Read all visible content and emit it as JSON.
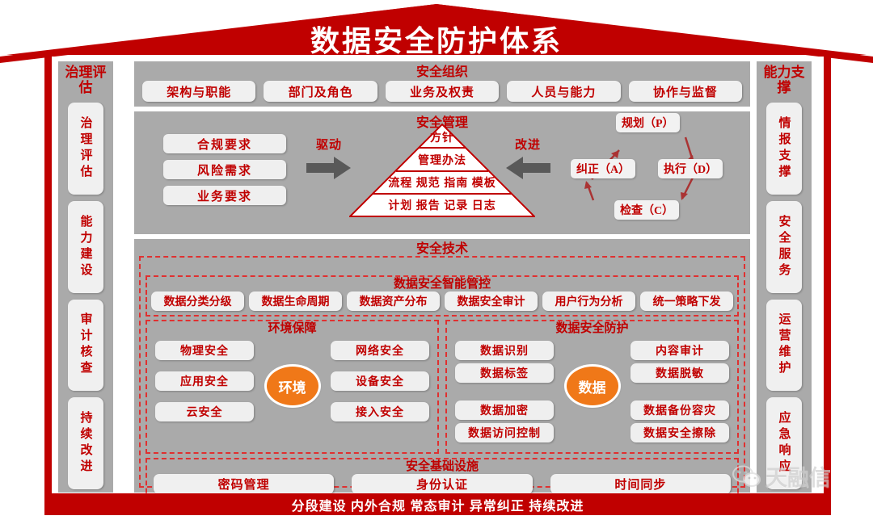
{
  "roof": {
    "title": "数据安全防护体系"
  },
  "footer": {
    "text": "分段建设 内外合规 常态审计 异常纠正 持续改进"
  },
  "colors": {
    "brand_red": "#c00000",
    "panel_gray": "#aaaaaa",
    "chip_gray": "#f0f0f0",
    "accent_orange": "#f07818",
    "dash_red": "#e03030"
  },
  "left_column": {
    "title": "治理评估",
    "items": [
      {
        "label": "治理评估"
      },
      {
        "label": "能力建设"
      },
      {
        "label": "审计核查"
      },
      {
        "label": "持续改进"
      }
    ]
  },
  "right_column": {
    "title": "能力支撑",
    "items": [
      {
        "label": "情报支撑"
      },
      {
        "label": "安全服务"
      },
      {
        "label": "运营维护"
      },
      {
        "label": "应急响应"
      }
    ]
  },
  "organization": {
    "title": "安全组织",
    "items": [
      {
        "label": "架构与职能"
      },
      {
        "label": "部门及角色"
      },
      {
        "label": "业务及权责"
      },
      {
        "label": "人员与能力"
      },
      {
        "label": "协作与监督"
      }
    ]
  },
  "management": {
    "title": "安全管理",
    "requirements": [
      {
        "label": "合规要求"
      },
      {
        "label": "风险需求"
      },
      {
        "label": "业务要求"
      }
    ],
    "drive_label": "驱动",
    "improve_label": "改进",
    "pyramid": {
      "title": "安全管理",
      "levels": [
        {
          "label": "方针"
        },
        {
          "label": "管理办法"
        },
        {
          "label": "流程 规范 指南 模板"
        },
        {
          "label": "计划 报告 记录 日志"
        }
      ]
    },
    "pdca": [
      {
        "label": "规划（P）"
      },
      {
        "label": "执行（D）"
      },
      {
        "label": "检查（C）"
      },
      {
        "label": "纠正（A）"
      }
    ]
  },
  "technology": {
    "title": "安全技术",
    "smart_control": {
      "title": "数据安全智能管控",
      "items": [
        {
          "label": "数据分类分级"
        },
        {
          "label": "数据生命周期"
        },
        {
          "label": "数据资产分布"
        },
        {
          "label": "数据安全审计"
        },
        {
          "label": "用户行为分析"
        },
        {
          "label": "统一策略下发"
        }
      ]
    },
    "environment": {
      "title": "环境保障",
      "center": "环境",
      "left_items": [
        {
          "label": "物理安全"
        },
        {
          "label": "应用安全"
        },
        {
          "label": "云安全"
        }
      ],
      "right_items": [
        {
          "label": "网络安全"
        },
        {
          "label": "设备安全"
        },
        {
          "label": "接入安全"
        }
      ]
    },
    "data_protection": {
      "title": "数据安全防护",
      "center": "数据",
      "left_items": [
        {
          "label": "数据识别"
        },
        {
          "label": "数据标签"
        },
        {
          "label": "数据加密"
        },
        {
          "label": "数据访问控制"
        }
      ],
      "right_items": [
        {
          "label": "内容审计"
        },
        {
          "label": "数据脱敏"
        },
        {
          "label": "数据备份容灾"
        },
        {
          "label": "数据安全擦除"
        }
      ]
    },
    "infrastructure": {
      "title": "安全基础设施",
      "items": [
        {
          "label": "密码管理"
        },
        {
          "label": "身份认证"
        },
        {
          "label": "时间同步"
        }
      ]
    }
  },
  "watermark": {
    "text": "天融信"
  }
}
